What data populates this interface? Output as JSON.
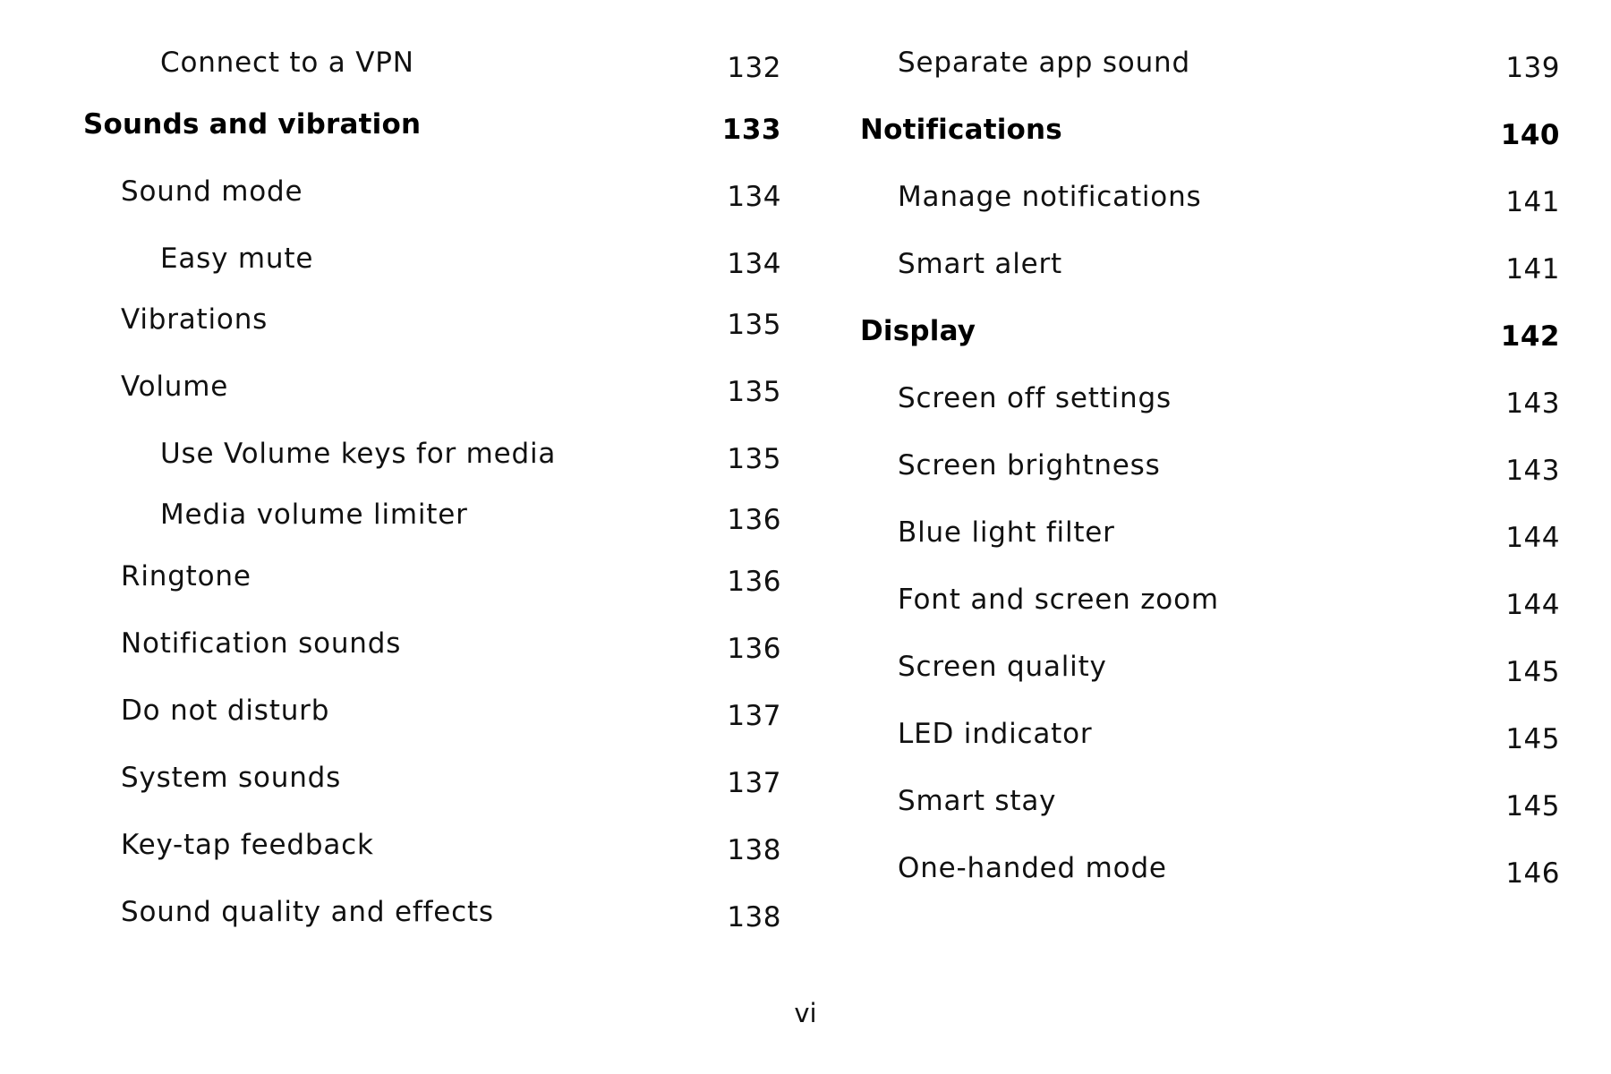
{
  "toc": {
    "left": [
      {
        "title": "Connect to a VPN",
        "page": "132",
        "level": 2
      },
      {
        "title": "Sounds and vibration",
        "page": "133",
        "level": 0
      },
      {
        "title": "Sound mode",
        "page": "134",
        "level": 1
      },
      {
        "title": "Easy mute",
        "page": "134",
        "level": 2
      },
      {
        "title": "Vibrations",
        "page": "135",
        "level": 1
      },
      {
        "title": "Volume",
        "page": "135",
        "level": 1
      },
      {
        "title": "Use Volume keys for media",
        "page": "135",
        "level": 2
      },
      {
        "title": "Media volume limiter",
        "page": "136",
        "level": 2
      },
      {
        "title": "Ringtone",
        "page": "136",
        "level": 1
      },
      {
        "title": "Notification sounds",
        "page": "136",
        "level": 1
      },
      {
        "title": "Do not disturb",
        "page": "137",
        "level": 1
      },
      {
        "title": "System sounds",
        "page": "137",
        "level": 1
      },
      {
        "title": "Key-tap feedback",
        "page": "138",
        "level": 1
      },
      {
        "title": "Sound quality and effects",
        "page": "138",
        "level": 1
      }
    ],
    "right": [
      {
        "title": "Separate app sound",
        "page": "139",
        "level": 1
      },
      {
        "title": "Notifications",
        "page": "140",
        "level": 0
      },
      {
        "title": "Manage notifications",
        "page": "141",
        "level": 1
      },
      {
        "title": "Smart alert",
        "page": "141",
        "level": 1
      },
      {
        "title": "Display",
        "page": "142",
        "level": 0
      },
      {
        "title": "Screen off settings",
        "page": "143",
        "level": 1
      },
      {
        "title": "Screen brightness",
        "page": "143",
        "level": 1
      },
      {
        "title": "Blue light filter",
        "page": "144",
        "level": 1
      },
      {
        "title": "Font and screen zoom",
        "page": "144",
        "level": 1
      },
      {
        "title": "Screen quality",
        "page": "145",
        "level": 1
      },
      {
        "title": "LED indicator",
        "page": "145",
        "level": 1
      },
      {
        "title": "Smart stay",
        "page": "145",
        "level": 1
      },
      {
        "title": "One-handed mode",
        "page": "146",
        "level": 1
      }
    ]
  },
  "footer": {
    "page_number": "vi"
  }
}
